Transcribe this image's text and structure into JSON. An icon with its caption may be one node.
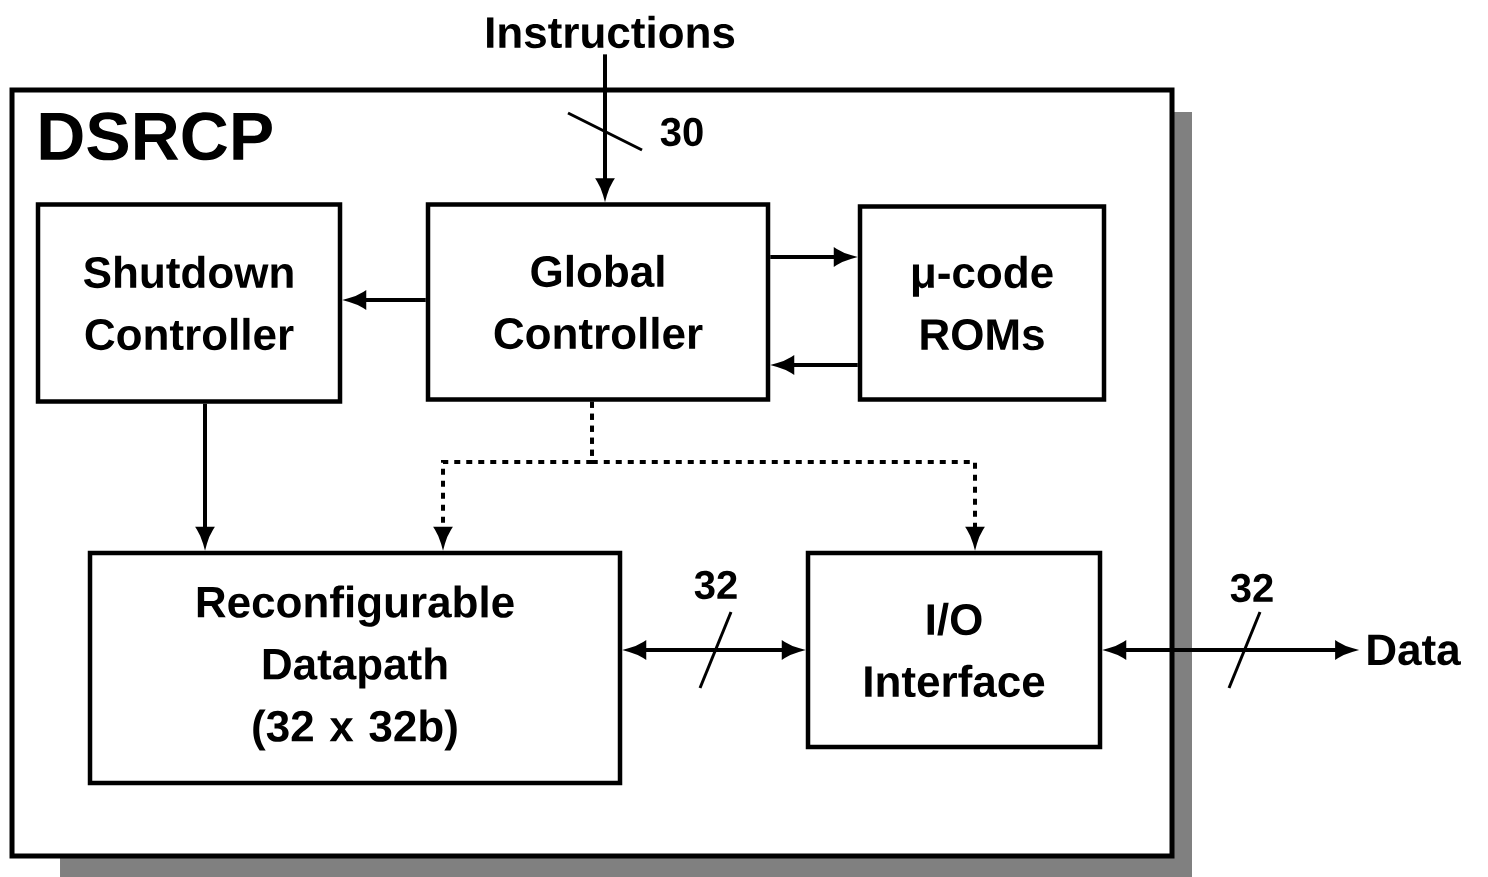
{
  "diagram": {
    "nodes": [
      {
        "text": [
          "DSRCP"
        ]
      },
      {
        "text": [
          "Shutdown Controller"
        ],
        "in": 0
      },
      {
        "text": [
          "Global Controller"
        ],
        "in": 0
      },
      {
        "text": [
          "μ-code ROMs"
        ],
        "in": 0
      },
      {
        "text": [
          "Reconfigurable Datapath (32 x 32b)"
        ],
        "in": 0
      },
      {
        "text": [
          "I/O Interface"
        ],
        "in": 0
      },
      {
        "text": [
          "Instructions"
        ]
      },
      {
        "text": [
          "Data"
        ]
      }
    ],
    "edges": [
      {
        "from": 6,
        "to": 2,
        "arrow": "to",
        "label": "30"
      },
      {
        "from": 2,
        "to": 1,
        "arrow": "to"
      },
      {
        "from": 2,
        "to": 3,
        "arrow": "to"
      },
      {
        "from": 3,
        "to": 2,
        "arrow": "to"
      },
      {
        "from": 1,
        "to": 4,
        "arrow": "to"
      },
      {
        "from": 2,
        "to": 4,
        "arrow": "to",
        "style": "dashed"
      },
      {
        "from": 2,
        "to": 5,
        "arrow": "to",
        "style": "dashed"
      },
      {
        "from": 4,
        "to": 5,
        "arrow": "both",
        "label": "32"
      },
      {
        "from": 5,
        "to": 7,
        "arrow": "both",
        "label": "32"
      }
    ]
  }
}
